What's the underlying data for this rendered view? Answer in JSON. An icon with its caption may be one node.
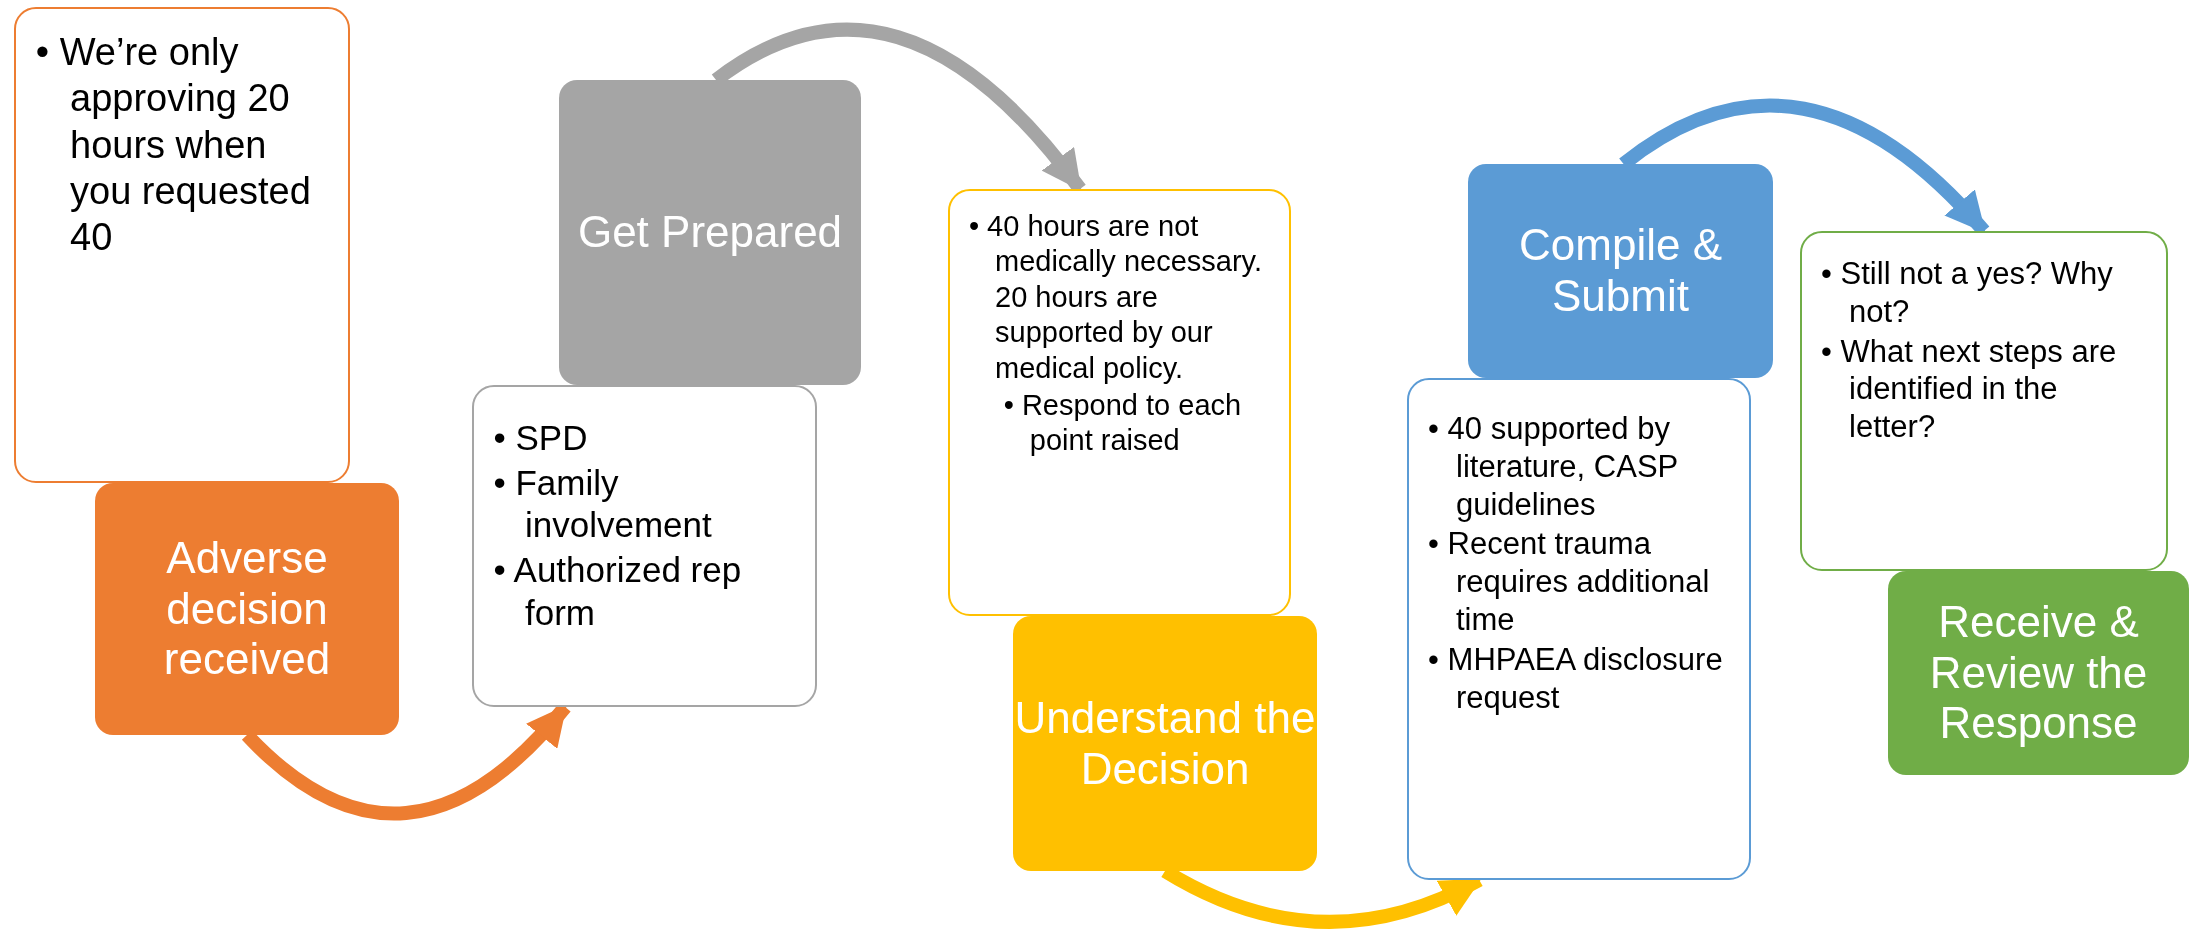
{
  "diagram": {
    "nodes": [
      {
        "text": [
          "• We’re only approving 20 hours when you requested 40"
        ]
      },
      {
        "text": [
          "Adverse decision received"
        ]
      },
      {
        "text": [
          "• SPD",
          "• Family involvement",
          "• Authorized rep form"
        ]
      },
      {
        "text": [
          "Get Prepared"
        ]
      },
      {
        "text": [
          "• 40 hours are not medically necessary. 20 hours are supported by our medical policy.",
          "• Respond to each point raised"
        ]
      },
      {
        "text": [
          "Understand the Decision"
        ]
      },
      {
        "text": [
          "• 40 supported by literature, CASP guidelines",
          "• Recent trauma requires additional time",
          "• MHPAEA disclosure request"
        ]
      },
      {
        "text": [
          "Compile & Submit"
        ]
      },
      {
        "text": [
          "• Still not a yes? Why not?",
          "• What next steps are identified in the letter?"
        ]
      },
      {
        "text": [
          "Receive & Review the Response"
        ]
      }
    ],
    "edges": [
      {
        "from": 1,
        "to": 2,
        "arrow": "to",
        "color": "#ed7d31"
      },
      {
        "from": 3,
        "to": 4,
        "arrow": "to",
        "color": "#a5a5a5"
      },
      {
        "from": 5,
        "to": 6,
        "arrow": "to",
        "color": "#ffc000"
      },
      {
        "from": 7,
        "to": 8,
        "arrow": "to",
        "color": "#5b9bd5"
      }
    ]
  }
}
